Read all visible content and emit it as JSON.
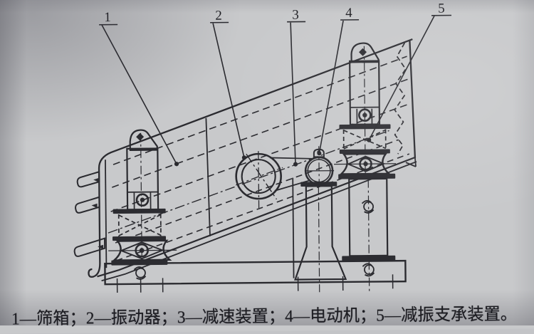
{
  "figure": {
    "kind": "engineering line drawing of an inclined vibrating screen machine",
    "callouts": [
      {
        "number": "1",
        "label": "筛箱"
      },
      {
        "number": "2",
        "label": "振动器"
      },
      {
        "number": "3",
        "label": "减速装置"
      },
      {
        "number": "4",
        "label": "电动机"
      },
      {
        "number": "5",
        "label": "减振支承装置"
      }
    ],
    "caption": "1—筛箱；2—振动器；3—减速装置；4—电动机；5—减振支承装置。"
  },
  "colors": {
    "paper": "#c8c9cb",
    "ink": "#2a2a2f",
    "caption_text": "#1b1b1f"
  }
}
